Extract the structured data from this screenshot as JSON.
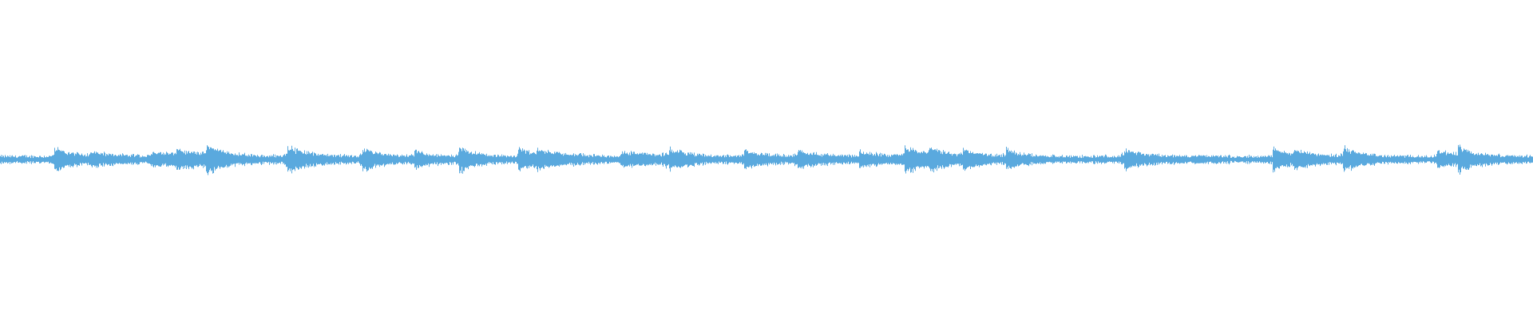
{
  "waveform": {
    "color": "#5aa9de",
    "background": "#ffffff",
    "baseline_amplitude": 0.012,
    "noise_amplitude": 0.02,
    "transients": [
      {
        "position": 0.035,
        "amplitude": 0.07,
        "decay": 0.012
      },
      {
        "position": 0.058,
        "amplitude": 0.03,
        "decay": 0.02
      },
      {
        "position": 0.098,
        "amplitude": 0.035,
        "decay": 0.03
      },
      {
        "position": 0.115,
        "amplitude": 0.04,
        "decay": 0.015
      },
      {
        "position": 0.134,
        "amplitude": 0.09,
        "decay": 0.01
      },
      {
        "position": 0.187,
        "amplitude": 0.09,
        "decay": 0.012
      },
      {
        "position": 0.236,
        "amplitude": 0.07,
        "decay": 0.012
      },
      {
        "position": 0.27,
        "amplitude": 0.04,
        "decay": 0.012
      },
      {
        "position": 0.299,
        "amplitude": 0.08,
        "decay": 0.01
      },
      {
        "position": 0.338,
        "amplitude": 0.06,
        "decay": 0.012
      },
      {
        "position": 0.35,
        "amplitude": 0.04,
        "decay": 0.02
      },
      {
        "position": 0.405,
        "amplitude": 0.035,
        "decay": 0.03
      },
      {
        "position": 0.436,
        "amplitude": 0.06,
        "decay": 0.01
      },
      {
        "position": 0.485,
        "amplitude": 0.05,
        "decay": 0.012
      },
      {
        "position": 0.52,
        "amplitude": 0.05,
        "decay": 0.014
      },
      {
        "position": 0.56,
        "amplitude": 0.04,
        "decay": 0.015
      },
      {
        "position": 0.59,
        "amplitude": 0.05,
        "decay": 0.012
      },
      {
        "position": 0.59,
        "amplitude": 0.03,
        "decay": 0.02
      },
      {
        "position": 0.606,
        "amplitude": 0.05,
        "decay": 0.012
      },
      {
        "position": 0.628,
        "amplitude": 0.06,
        "decay": 0.01
      },
      {
        "position": 0.656,
        "amplitude": 0.055,
        "decay": 0.01
      },
      {
        "position": 0.733,
        "amplitude": 0.06,
        "decay": 0.012
      },
      {
        "position": 0.83,
        "amplitude": 0.07,
        "decay": 0.01
      },
      {
        "position": 0.844,
        "amplitude": 0.05,
        "decay": 0.012
      },
      {
        "position": 0.876,
        "amplitude": 0.07,
        "decay": 0.012
      },
      {
        "position": 0.937,
        "amplitude": 0.045,
        "decay": 0.015
      },
      {
        "position": 0.951,
        "amplitude": 0.06,
        "decay": 0.012
      }
    ]
  }
}
